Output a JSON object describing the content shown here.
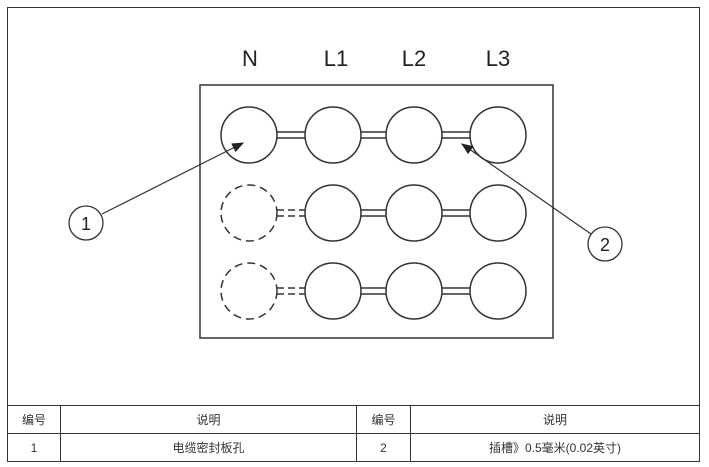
{
  "diagram": {
    "phase_labels": [
      "N",
      "L1",
      "L2",
      "L3"
    ],
    "callouts": [
      "1",
      "2"
    ]
  },
  "table": {
    "headers": [
      "编号",
      "说明",
      "编号",
      "说明"
    ],
    "rows": [
      [
        "1",
        "电缆密封板孔",
        "2",
        "插槽》0.5毫米(0.02英寸)"
      ]
    ]
  }
}
